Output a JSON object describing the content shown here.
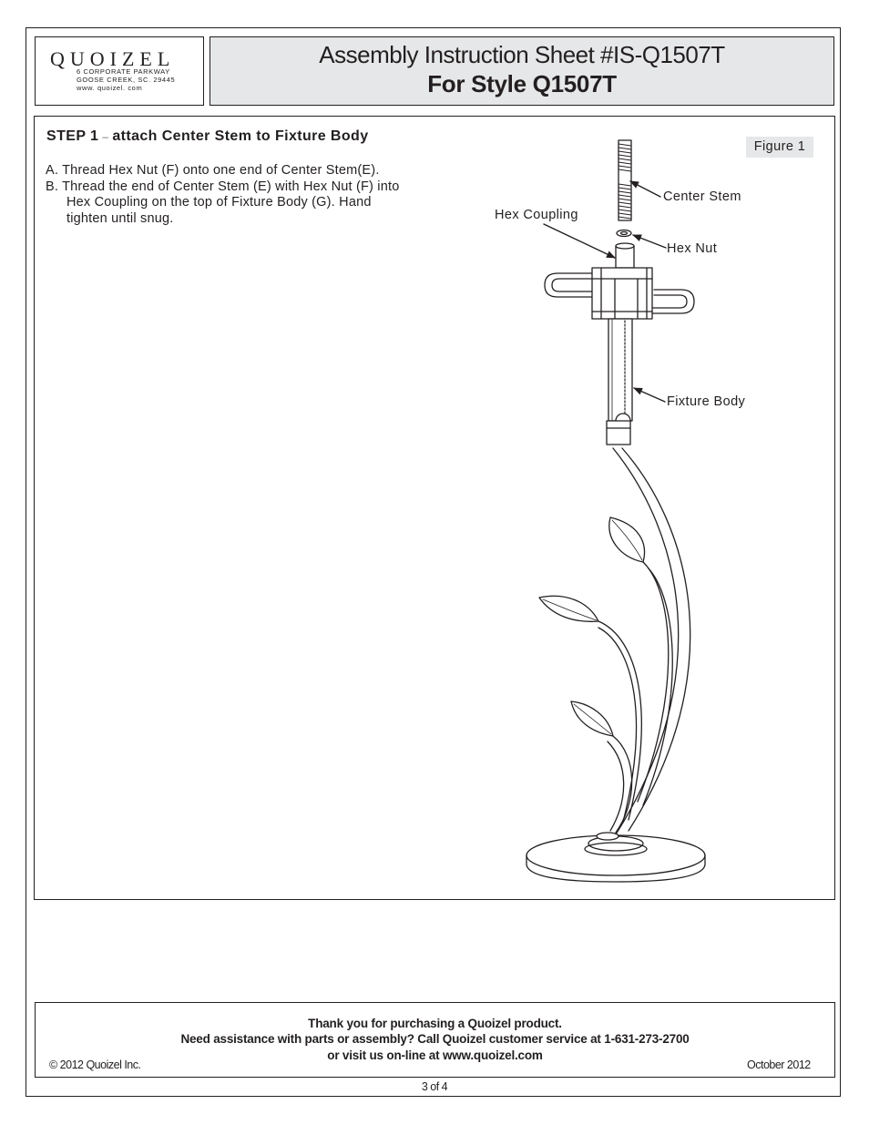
{
  "header": {
    "logo": {
      "name": "QUOIZEL",
      "address_line1": "6 CORPORATE PARKWAY",
      "address_line2": "GOOSE CREEK, SC. 29445",
      "website": "www. quoizel. com"
    },
    "title_line1": "Assembly Instruction Sheet #IS-Q1507T",
    "title_line2": "For Style Q1507T"
  },
  "step": {
    "number": "STEP 1",
    "separator": "–",
    "heading": "attach Center Stem to Fixture Body",
    "instructions": [
      "A. Thread Hex Nut (F) onto one end of Center Stem(E).",
      "B. Thread the end of Center Stem (E) with Hex Nut (F) into",
      "Hex Coupling on the top of Fixture Body (G). Hand",
      "tighten until snug."
    ]
  },
  "figure": {
    "label": "Figure 1",
    "callouts": {
      "center_stem": "Center Stem",
      "hex_coupling": "Hex Coupling",
      "hex_nut": "Hex Nut",
      "fixture_body": "Fixture Body"
    }
  },
  "footer": {
    "line1": "Thank you for purchasing a Quoizel product.",
    "line2": "Need assistance with parts or assembly? Call Quoizel customer service at 1-631-273-2700",
    "line3": "or visit us on-line at www.quoizel.com",
    "copyright": "© 2012  Quoizel Inc.",
    "date": "October 2012",
    "page": "3 of 4"
  }
}
